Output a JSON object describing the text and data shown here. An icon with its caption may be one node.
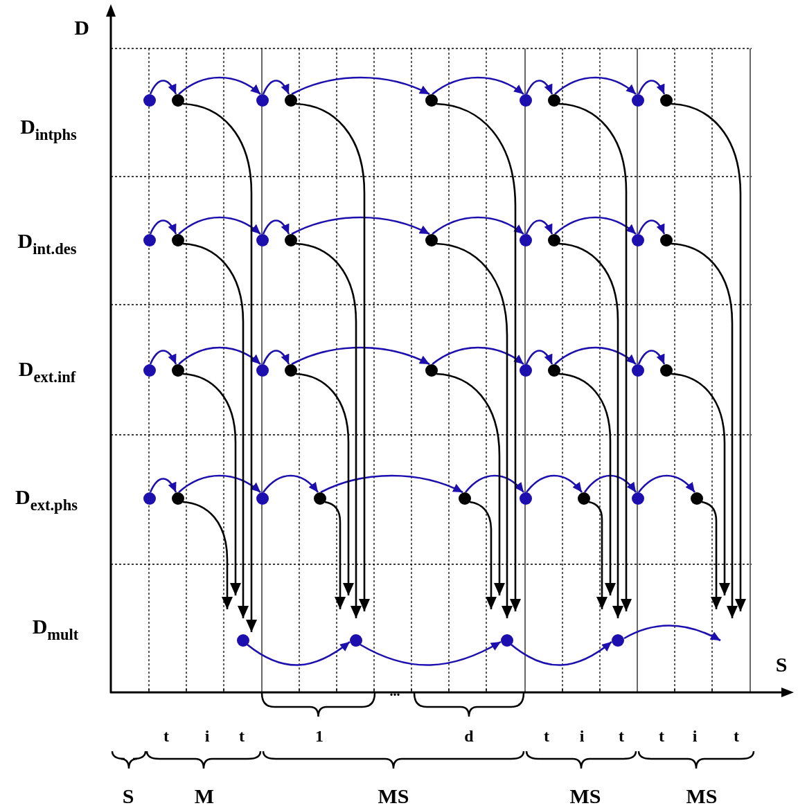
{
  "diagram": {
    "nodes": [
      {
        "text": [],
        "shape": "circle"
      },
      {
        "text": [],
        "shape": "circle"
      },
      {
        "text": [],
        "shape": "circle"
      },
      {
        "text": [],
        "shape": "circle"
      },
      {
        "text": [],
        "shape": "circle"
      },
      {
        "text": [],
        "shape": "circle"
      },
      {
        "text": [],
        "shape": "circle"
      },
      {
        "text": [],
        "shape": "circle"
      },
      {
        "text": [],
        "shape": "circle"
      },
      {
        "text": [],
        "shape": "circle"
      },
      {
        "text": [],
        "shape": "circle"
      },
      {
        "text": [],
        "shape": "circle"
      },
      {
        "text": [],
        "shape": "circle"
      },
      {
        "text": [],
        "shape": "circle"
      },
      {
        "text": [],
        "shape": "circle"
      },
      {
        "text": [],
        "shape": "circle"
      },
      {
        "text": [],
        "shape": "circle"
      },
      {
        "text": [],
        "shape": "circle"
      },
      {
        "text": [],
        "shape": "circle"
      },
      {
        "text": [],
        "shape": "circle"
      },
      {
        "text": [],
        "shape": "circle"
      },
      {
        "text": [],
        "shape": "circle"
      },
      {
        "text": [],
        "shape": "circle"
      },
      {
        "text": [],
        "shape": "circle"
      },
      {
        "text": [],
        "shape": "circle"
      },
      {
        "text": [],
        "shape": "circle"
      },
      {
        "text": [],
        "shape": "circle"
      },
      {
        "text": [],
        "shape": "circle"
      },
      {
        "text": [],
        "shape": "circle"
      },
      {
        "text": [],
        "shape": "circle"
      },
      {
        "text": [],
        "shape": "circle"
      },
      {
        "text": [],
        "shape": "circle"
      },
      {
        "text": [],
        "shape": "circle"
      },
      {
        "text": [],
        "shape": "circle"
      },
      {
        "text": [],
        "shape": "circle"
      },
      {
        "text": [],
        "shape": "circle"
      },
      {
        "text": [],
        "shape": "circle"
      },
      {
        "text": [],
        "shape": "circle"
      },
      {
        "text": [],
        "shape": "circle"
      },
      {
        "text": [],
        "shape": "circle"
      }
    ],
    "edges": [
      {
        "from": 0,
        "to": 1,
        "arrow": "to"
      },
      {
        "from": 1,
        "to": 2,
        "arrow": "to"
      },
      {
        "from": 2,
        "to": 3,
        "arrow": "to"
      },
      {
        "from": 3,
        "to": 4,
        "arrow": "to"
      },
      {
        "from": 4,
        "to": 5,
        "arrow": "to"
      },
      {
        "from": 5,
        "to": 6,
        "arrow": "to"
      },
      {
        "from": 6,
        "to": 7,
        "arrow": "to"
      },
      {
        "from": 7,
        "to": 8,
        "arrow": "to"
      },
      {
        "from": 9,
        "to": 10,
        "arrow": "to"
      },
      {
        "from": 10,
        "to": 11,
        "arrow": "to"
      },
      {
        "from": 11,
        "to": 12,
        "arrow": "to"
      },
      {
        "from": 12,
        "to": 13,
        "arrow": "to"
      },
      {
        "from": 13,
        "to": 14,
        "arrow": "to"
      },
      {
        "from": 14,
        "to": 15,
        "arrow": "to"
      },
      {
        "from": 15,
        "to": 16,
        "arrow": "to"
      },
      {
        "from": 16,
        "to": 17,
        "arrow": "to"
      },
      {
        "from": 18,
        "to": 19,
        "arrow": "to"
      },
      {
        "from": 19,
        "to": 20,
        "arrow": "to"
      },
      {
        "from": 20,
        "to": 21,
        "arrow": "to"
      },
      {
        "from": 21,
        "to": 22,
        "arrow": "to"
      },
      {
        "from": 22,
        "to": 23,
        "arrow": "to"
      },
      {
        "from": 23,
        "to": 24,
        "arrow": "to"
      },
      {
        "from": 24,
        "to": 25,
        "arrow": "to"
      },
      {
        "from": 25,
        "to": 26,
        "arrow": "to"
      },
      {
        "from": 27,
        "to": 28,
        "arrow": "to"
      },
      {
        "from": 28,
        "to": 29,
        "arrow": "to"
      },
      {
        "from": 29,
        "to": 30,
        "arrow": "to"
      },
      {
        "from": 30,
        "to": 31,
        "arrow": "to"
      },
      {
        "from": 31,
        "to": 32,
        "arrow": "to"
      },
      {
        "from": 32,
        "to": 33,
        "arrow": "to"
      },
      {
        "from": 33,
        "to": 34,
        "arrow": "to"
      },
      {
        "from": 34,
        "to": 35,
        "arrow": "to"
      },
      {
        "from": 1,
        "to": 36,
        "arrow": "to",
        "color": "#000000"
      },
      {
        "from": 3,
        "to": 37,
        "arrow": "to",
        "color": "#000000"
      },
      {
        "from": 4,
        "to": 38,
        "arrow": "to",
        "color": "#000000"
      },
      {
        "from": 6,
        "to": 39,
        "arrow": "to",
        "color": "#000000"
      },
      {
        "from": 8,
        "to": null,
        "arrow": "to",
        "color": "#000000"
      },
      {
        "from": 10,
        "to": 36,
        "arrow": "to",
        "color": "#000000"
      },
      {
        "from": 12,
        "to": 37,
        "arrow": "to",
        "color": "#000000"
      },
      {
        "from": 13,
        "to": 38,
        "arrow": "to",
        "color": "#000000"
      },
      {
        "from": 15,
        "to": 39,
        "arrow": "to",
        "color": "#000000"
      },
      {
        "from": 17,
        "to": null,
        "arrow": "to",
        "color": "#000000"
      },
      {
        "from": 19,
        "to": 36,
        "arrow": "to",
        "color": "#000000"
      },
      {
        "from": 21,
        "to": 37,
        "arrow": "to",
        "color": "#000000"
      },
      {
        "from": 22,
        "to": 38,
        "arrow": "to",
        "color": "#000000"
      },
      {
        "from": 24,
        "to": 39,
        "arrow": "to",
        "color": "#000000"
      },
      {
        "from": 26,
        "to": null,
        "arrow": "to",
        "color": "#000000"
      },
      {
        "from": 28,
        "to": 36,
        "arrow": "to",
        "color": "#000000"
      },
      {
        "from": 30,
        "to": 37,
        "arrow": "to",
        "color": "#000000"
      },
      {
        "from": 31,
        "to": 38,
        "arrow": "to",
        "color": "#000000"
      },
      {
        "from": 33,
        "to": 39,
        "arrow": "to",
        "color": "#000000"
      },
      {
        "from": 35,
        "to": null,
        "arrow": "to",
        "color": "#000000"
      },
      {
        "from": 36,
        "to": 37,
        "arrow": "to"
      },
      {
        "from": 37,
        "to": 38,
        "arrow": "to"
      },
      {
        "from": 38,
        "to": 39,
        "arrow": "to"
      },
      {
        "from": 39,
        "to": null,
        "arrow": "to"
      }
    ],
    "labels": [
      "D",
      "D$_{intphs}$",
      "D$_{int.des}$",
      "D$_{ext.inf}$",
      "D$_{ext.phs}$",
      "D$_{mult}$",
      "S",
      "...",
      "t",
      "i",
      "t",
      "1",
      "d",
      "t",
      "i",
      "t",
      "t",
      "i",
      "t",
      "S",
      "M",
      "MS",
      "MS",
      "MS"
    ]
  }
}
